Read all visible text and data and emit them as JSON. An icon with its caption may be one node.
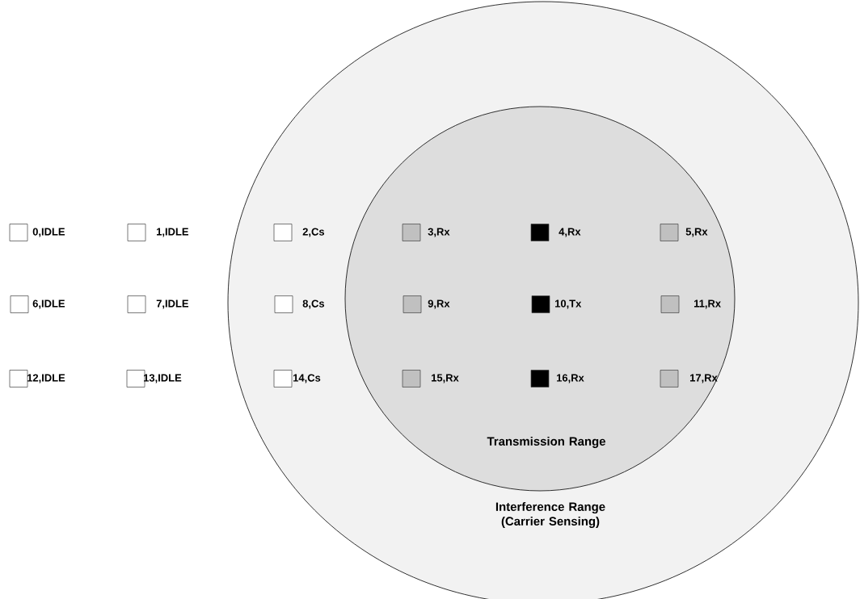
{
  "diagram": {
    "nodes": [
      {
        "text": [
          "Interference Range (Carrier Sensing)"
        ]
      },
      {
        "text": [
          "Transmission Range"
        ],
        "in": 0
      },
      {
        "text": [],
        "shape": "box",
        "beside": [
          "0,IDLE"
        ]
      },
      {
        "text": [],
        "shape": "box",
        "beside": [
          "1,IDLE"
        ]
      },
      {
        "text": [],
        "shape": "box",
        "beside": [
          "2,Cs"
        ],
        "in": 0
      },
      {
        "text": [],
        "shape": "box",
        "beside": [
          "3,Rx"
        ],
        "in": 1
      },
      {
        "text": [],
        "shape": "box",
        "beside": [
          "4,Rx"
        ],
        "in": 1
      },
      {
        "text": [],
        "shape": "box",
        "beside": [
          "5,Rx"
        ],
        "in": 1
      },
      {
        "text": [],
        "shape": "box",
        "beside": [
          "6,IDLE"
        ]
      },
      {
        "text": [],
        "shape": "box",
        "beside": [
          "7,IDLE"
        ]
      },
      {
        "text": [],
        "shape": "box",
        "beside": [
          "8,Cs"
        ],
        "in": 0
      },
      {
        "text": [],
        "shape": "box",
        "beside": [
          "9,Rx"
        ],
        "in": 1
      },
      {
        "text": [],
        "shape": "box",
        "beside": [
          "10,Tx"
        ],
        "in": 1
      },
      {
        "text": [],
        "shape": "box",
        "beside": [
          "11,Rx"
        ],
        "in": 1
      },
      {
        "text": [],
        "shape": "box",
        "beside": [
          "12,IDLE"
        ]
      },
      {
        "text": [],
        "shape": "box",
        "beside": [
          "13,IDLE"
        ]
      },
      {
        "text": [],
        "shape": "box",
        "beside": [
          "14,Cs"
        ],
        "in": 0
      },
      {
        "text": [],
        "shape": "box",
        "beside": [
          "15,Rx"
        ],
        "in": 1
      },
      {
        "text": [],
        "shape": "box",
        "beside": [
          "16,Rx"
        ],
        "in": 1
      },
      {
        "text": [],
        "shape": "box",
        "beside": [
          "17,Rx"
        ],
        "in": 1
      }
    ]
  }
}
